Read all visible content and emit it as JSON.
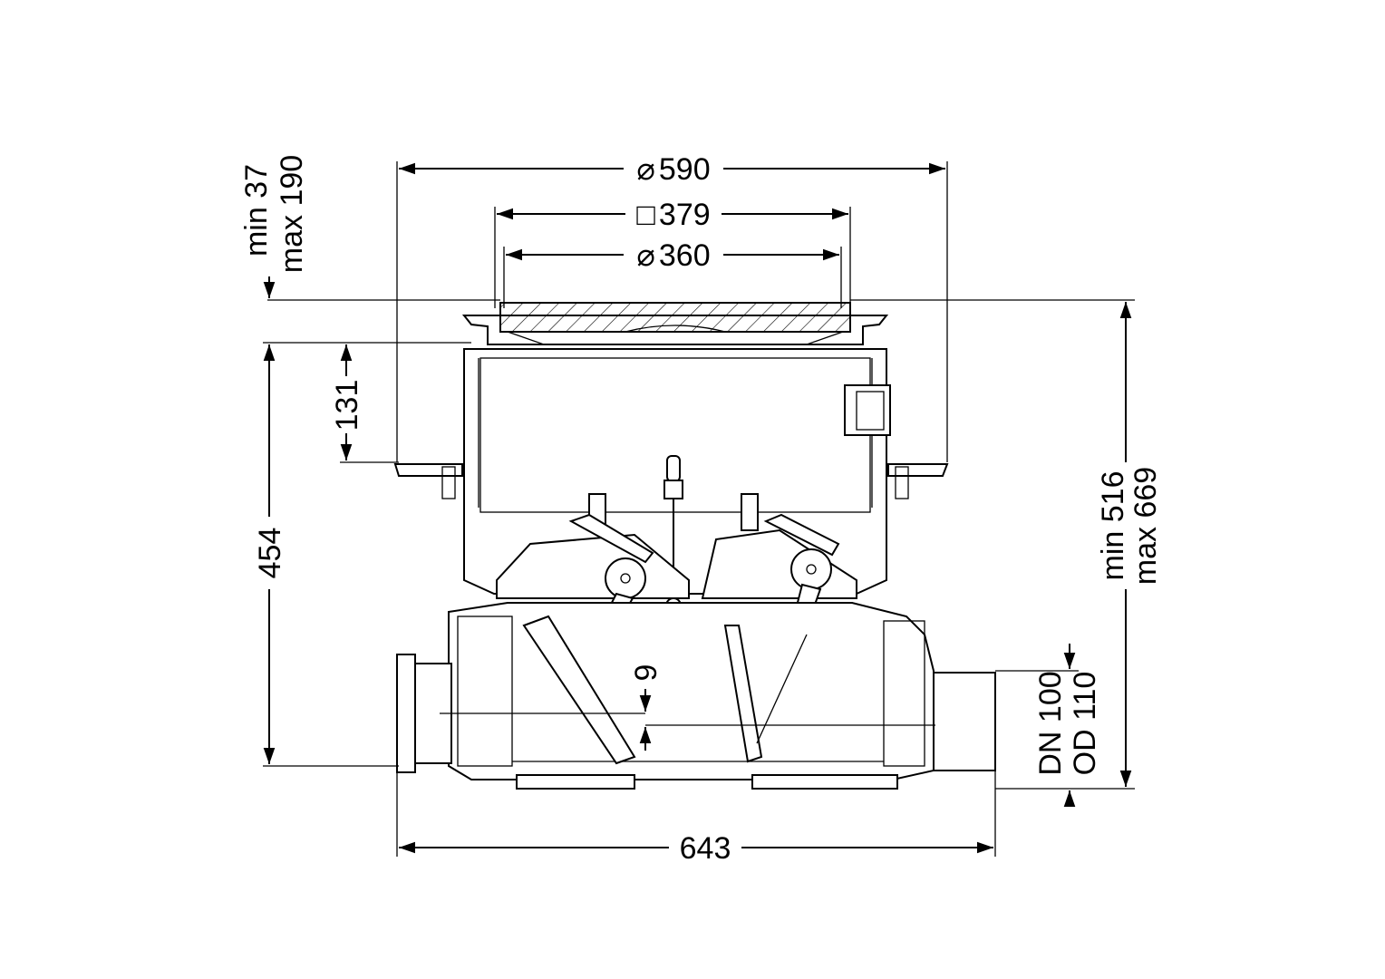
{
  "diagram": {
    "type": "technical-drawing",
    "dimensions": {
      "outer_diameter": {
        "symbol": "⌀",
        "value": "590"
      },
      "grate_square": {
        "symbol": "□",
        "value": "379"
      },
      "inner_diameter": {
        "symbol": "⌀",
        "value": "360"
      },
      "height_adjust_min": "min 37",
      "height_adjust_max": "max 190",
      "upper_depth": "131",
      "body_height": "454",
      "total_height_min": "min 516",
      "total_height_max": "max 669",
      "offset": "9",
      "pipe_dn": "DN 100",
      "pipe_od": "OD 110",
      "overall_length": "643"
    }
  }
}
